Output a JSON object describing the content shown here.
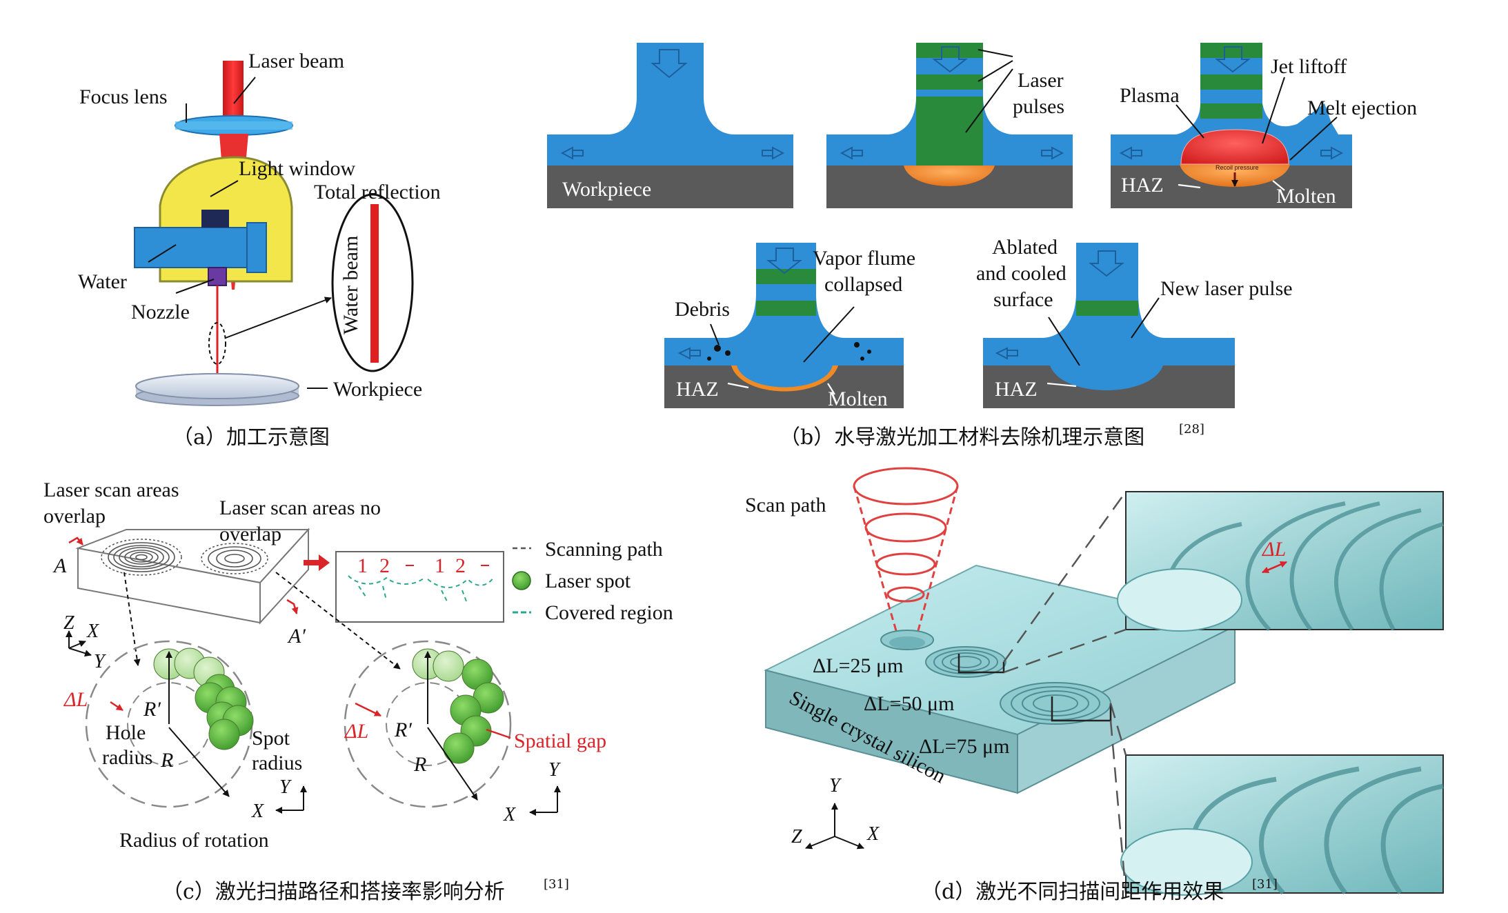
{
  "panel_a": {
    "labels": {
      "laser_beam": "Laser beam",
      "focus_lens": "Focus lens",
      "light_window": "Light window",
      "total_reflection": "Total reflection",
      "water": "Water",
      "water_beam": "Water beam",
      "nozzle": "Nozzle",
      "workpiece": "Workpiece"
    },
    "caption": "（a）加工示意图"
  },
  "panel_b": {
    "labels": {
      "workpiece": "Workpiece",
      "laser_pulses_1": "Laser",
      "laser_pulses_2": "pulses",
      "plasma": "Plasma",
      "jet_liftoff": "Jet liftoff",
      "melt_ejection": "Melt ejection",
      "haz": "HAZ",
      "molten": "Molten",
      "recoil_pressure": "Recoil pressure",
      "vapor_flume_1": "Vapor flume",
      "vapor_flume_2": "collapsed",
      "debris": "Debris",
      "ablated_1": "Ablated",
      "ablated_2": "and cooled",
      "ablated_3": "surface",
      "new_laser_pulse": "New laser pulse"
    },
    "caption": "（b）水导激光加工材料去除机理示意图",
    "caption_ref": "[28]"
  },
  "panel_c": {
    "labels": {
      "overlap_1": "Laser scan areas",
      "overlap_2": "overlap",
      "no_overlap_1": "Laser scan areas no",
      "no_overlap_2": "overlap",
      "a": "A",
      "a_prime": "A′",
      "z": "Z",
      "x": "X",
      "y": "Y",
      "delta_l": "ΔL",
      "r_prime": "R′",
      "r": "R",
      "hole_radius_1": "Hole",
      "hole_radius_2": "radius",
      "spot_radius_1": "Spot",
      "spot_radius_2": "radius",
      "spatial_gap": "Spatial gap",
      "radius_of_rotation": "Radius of rotation",
      "inset_1": "1",
      "inset_2": "2"
    },
    "legend": {
      "scanning_path": "Scanning path",
      "laser_spot": "Laser spot",
      "covered_region": "Covered region"
    },
    "caption": "（c）激光扫描路径和搭接率影响分析",
    "caption_ref": "[31]"
  },
  "panel_d": {
    "labels": {
      "scan_path": "Scan path",
      "dl25": "ΔL=25 μm",
      "dl50": "ΔL=50 μm",
      "dl75": "ΔL=75 μm",
      "silicon": "Single crystal silicon",
      "delta_l": "ΔL",
      "y": "Y",
      "z": "Z",
      "x": "X"
    },
    "caption": "（d）激光不同扫描间距作用效果",
    "caption_ref": "[31]"
  },
  "colors": {
    "water_blue": "#2f8fd6",
    "laser_red": "#e02020",
    "pulse_green": "#2a8a3c",
    "molten_orange": "#f08a24",
    "workpiece_gray": "#5a5a5a",
    "nozzle_yellow": "#f2e64a",
    "silicon_cyan": "#a9dde0",
    "spot_green": "#6cc04a",
    "accent_red": "#d9242a"
  }
}
